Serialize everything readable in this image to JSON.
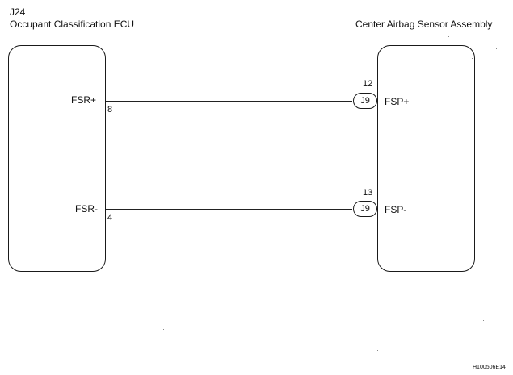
{
  "left_component": {
    "code": "J24",
    "name": "Occupant Classification ECU"
  },
  "right_component": {
    "name": "Center Airbag Sensor Assembly"
  },
  "wires": [
    {
      "left_terminal_name": "FSR+",
      "left_pin": "8",
      "connector": "J9",
      "right_pin": "12",
      "right_terminal_name": "FSP+"
    },
    {
      "left_terminal_name": "FSR-",
      "left_pin": "4",
      "connector": "J9",
      "right_pin": "13",
      "right_terminal_name": "FSP-"
    }
  ],
  "figure_id": "H100506E14"
}
